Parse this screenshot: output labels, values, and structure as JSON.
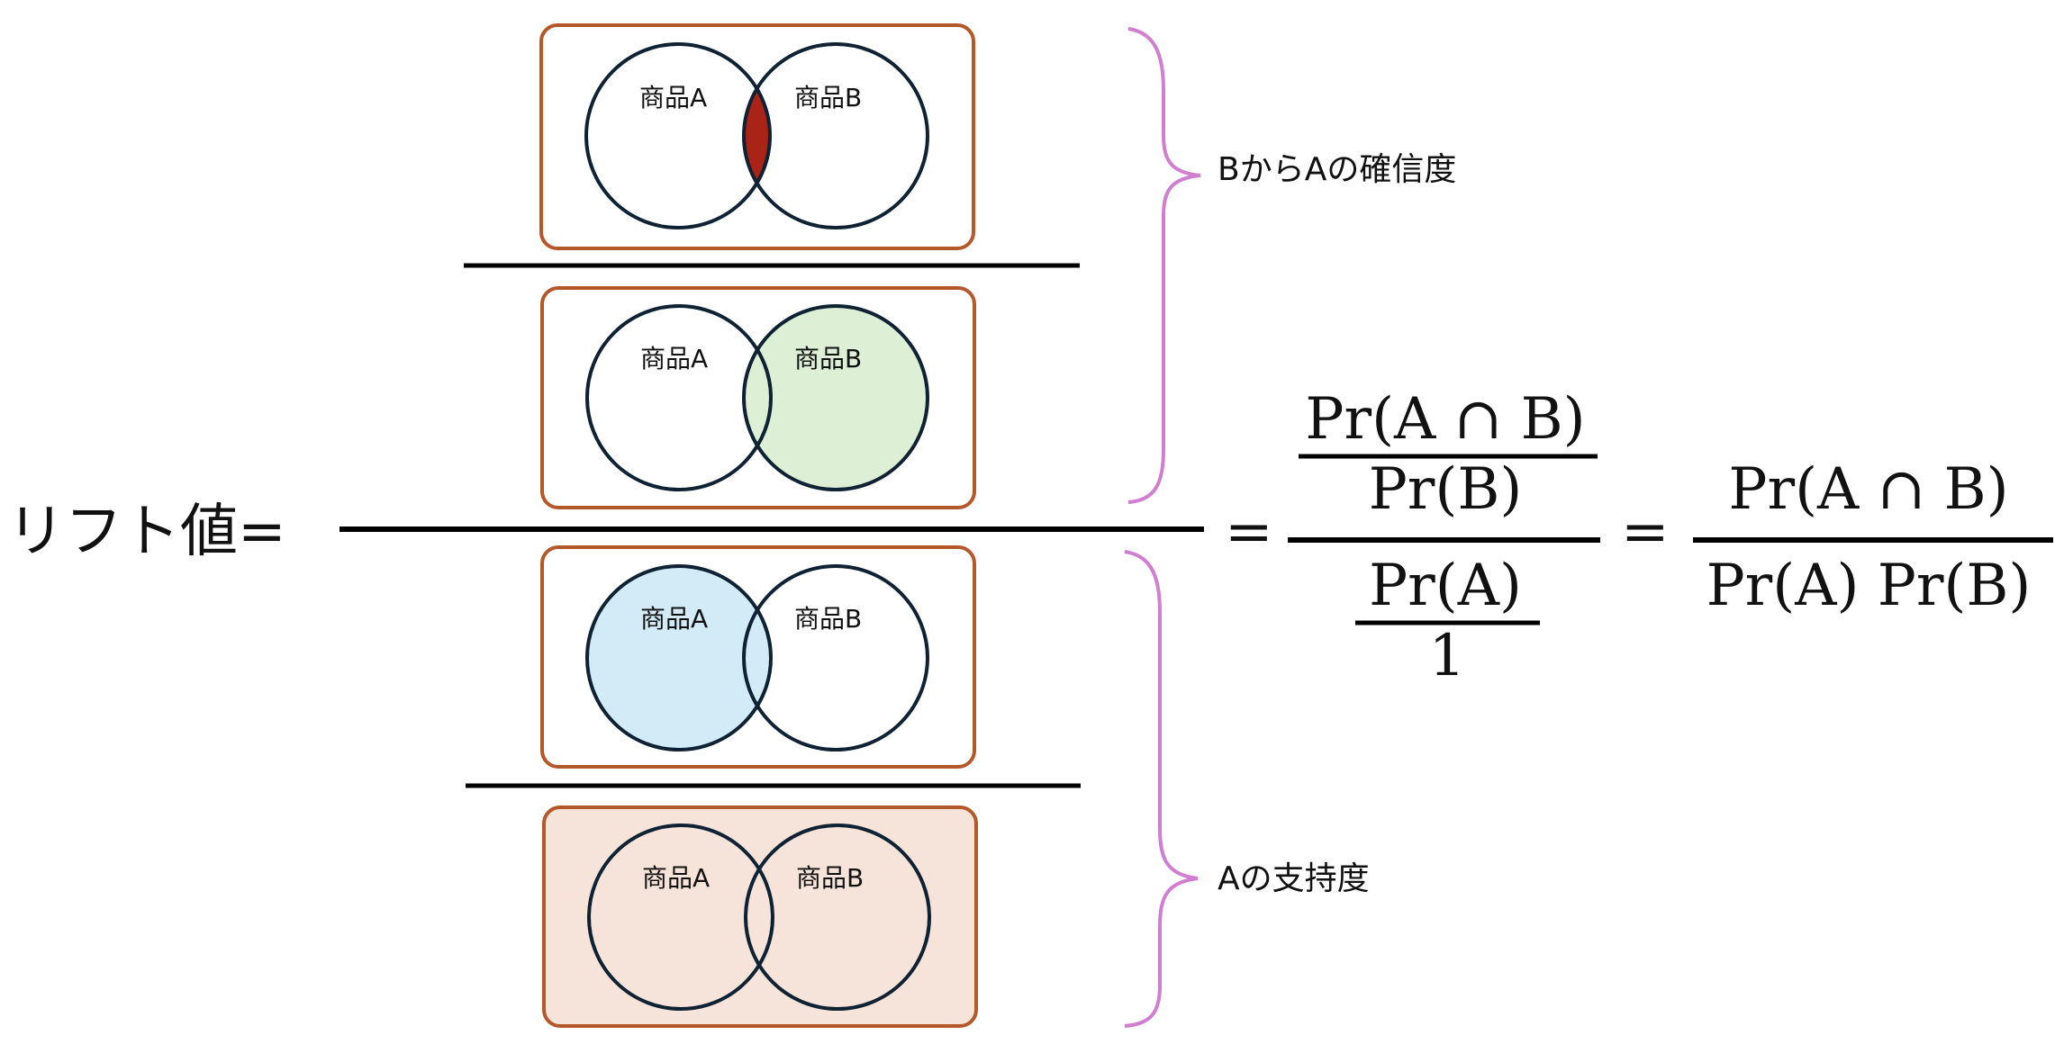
{
  "title": "リフト値=",
  "colors": {
    "box_border": "#b4582a",
    "circle_stroke": "#0f2233",
    "intersection_fill": "#a92317",
    "b_fill": "#ddf0d5",
    "a_fill": "#d2ebf7",
    "universe_fill": "#f6e3d9",
    "brace": "#d07fd0"
  },
  "venn_panels": [
    {
      "name": "intersection",
      "highlight": "A∩B",
      "label_a": "商品A",
      "label_b": "商品B"
    },
    {
      "name": "set-b",
      "highlight": "B",
      "label_a": "商品A",
      "label_b": "商品B"
    },
    {
      "name": "set-a",
      "highlight": "A",
      "label_a": "商品A",
      "label_b": "商品B"
    },
    {
      "name": "universe",
      "highlight": "all",
      "label_a": "商品A",
      "label_b": "商品B"
    }
  ],
  "braces": [
    {
      "label": "BからAの確信度"
    },
    {
      "label": "Aの支持度"
    }
  ],
  "formula": {
    "equals": "=",
    "step1": {
      "num_num": "Pr(A ∩ B)",
      "num_den": "Pr(B)",
      "den_num": "Pr(A)",
      "den_den": "1"
    },
    "step2": {
      "num": "Pr(A ∩ B)",
      "den": "Pr(A) Pr(B)"
    }
  }
}
